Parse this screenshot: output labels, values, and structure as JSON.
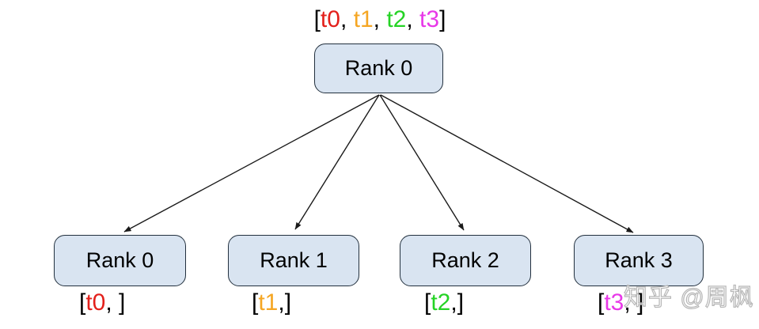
{
  "colors": {
    "t0": "#e3201b",
    "t1": "#f5a623",
    "t2": "#25d325",
    "t3": "#e838e8",
    "box_fill": "#d9e4f1",
    "box_border": "#22303e",
    "arrow": "#1a1a1a",
    "watermark": "#b7b7b7"
  },
  "root": {
    "label": "Rank 0",
    "list_tokens": [
      {
        "text": "["
      },
      {
        "text": "t0",
        "color": "#e3201b"
      },
      {
        "text": ", "
      },
      {
        "text": "t1",
        "color": "#f5a623"
      },
      {
        "text": ", "
      },
      {
        "text": "t2",
        "color": "#25d325"
      },
      {
        "text": ", "
      },
      {
        "text": "t3",
        "color": "#e838e8"
      },
      {
        "text": "]"
      }
    ]
  },
  "nodes": [
    {
      "label": "Rank 0",
      "list_tokens": [
        {
          "text": "["
        },
        {
          "text": "t0",
          "color": "#e3201b"
        },
        {
          "text": ", ]"
        }
      ]
    },
    {
      "label": "Rank 1",
      "list_tokens": [
        {
          "text": "["
        },
        {
          "text": "t1",
          "color": "#f5a623"
        },
        {
          "text": ",]"
        }
      ]
    },
    {
      "label": "Rank 2",
      "list_tokens": [
        {
          "text": "["
        },
        {
          "text": "t2",
          "color": "#25d325"
        },
        {
          "text": ",]"
        }
      ]
    },
    {
      "label": "Rank 3",
      "list_tokens": [
        {
          "text": "["
        },
        {
          "text": "t3",
          "color": "#e838e8"
        },
        {
          "text": ", ]"
        }
      ]
    }
  ],
  "watermark": {
    "text": "知乎 @周枫"
  }
}
